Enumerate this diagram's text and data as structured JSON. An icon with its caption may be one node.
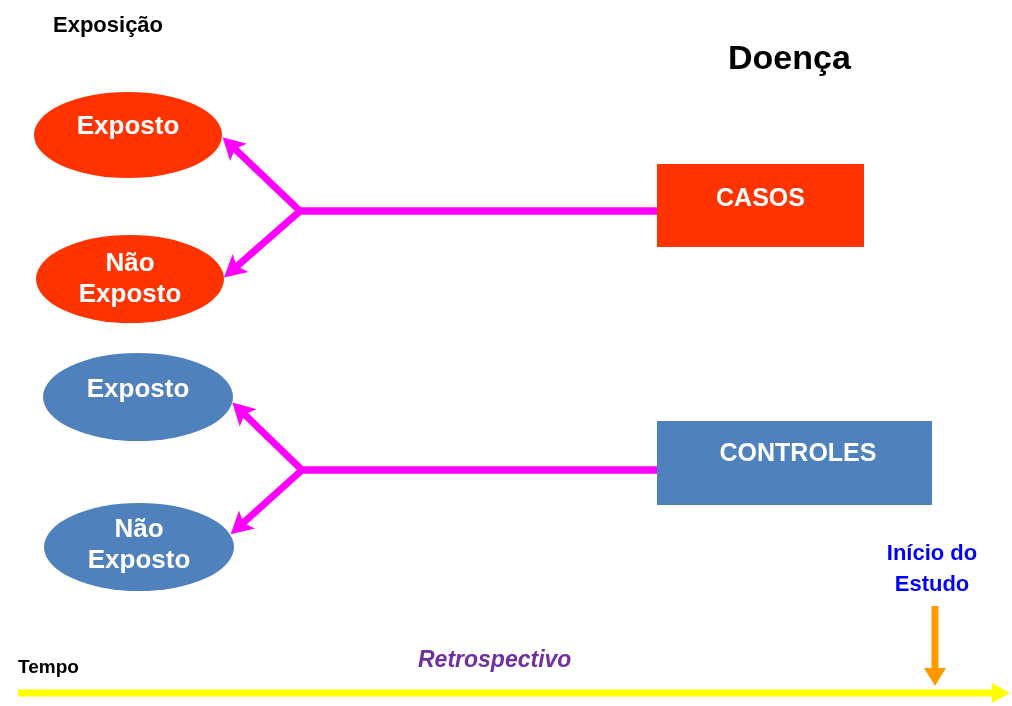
{
  "diagram": {
    "nodes": [
      {
        "text": [
          "Exposto"
        ]
      },
      {
        "text": [
          "Não Exposto"
        ]
      },
      {
        "text": [
          "CASOS"
        ]
      },
      {
        "text": [
          "Exposto"
        ]
      },
      {
        "text": [
          "Não Exposto"
        ]
      },
      {
        "text": [
          "CONTROLES"
        ]
      },
      {
        "text": [
          "Início do Estudo"
        ]
      }
    ],
    "edges": [
      {
        "from": 2,
        "to": 0,
        "arrow": "to"
      },
      {
        "from": 2,
        "to": 1,
        "arrow": "to"
      },
      {
        "from": 5,
        "to": 3,
        "arrow": "to"
      },
      {
        "from": 5,
        "to": 4,
        "arrow": "to"
      },
      {
        "from": 6,
        "to": null,
        "arrow": "to",
        "color": "#ff9900"
      }
    ],
    "labels": [
      "Exposição",
      "Doença",
      "Tempo",
      "Retrospectivo"
    ]
  }
}
